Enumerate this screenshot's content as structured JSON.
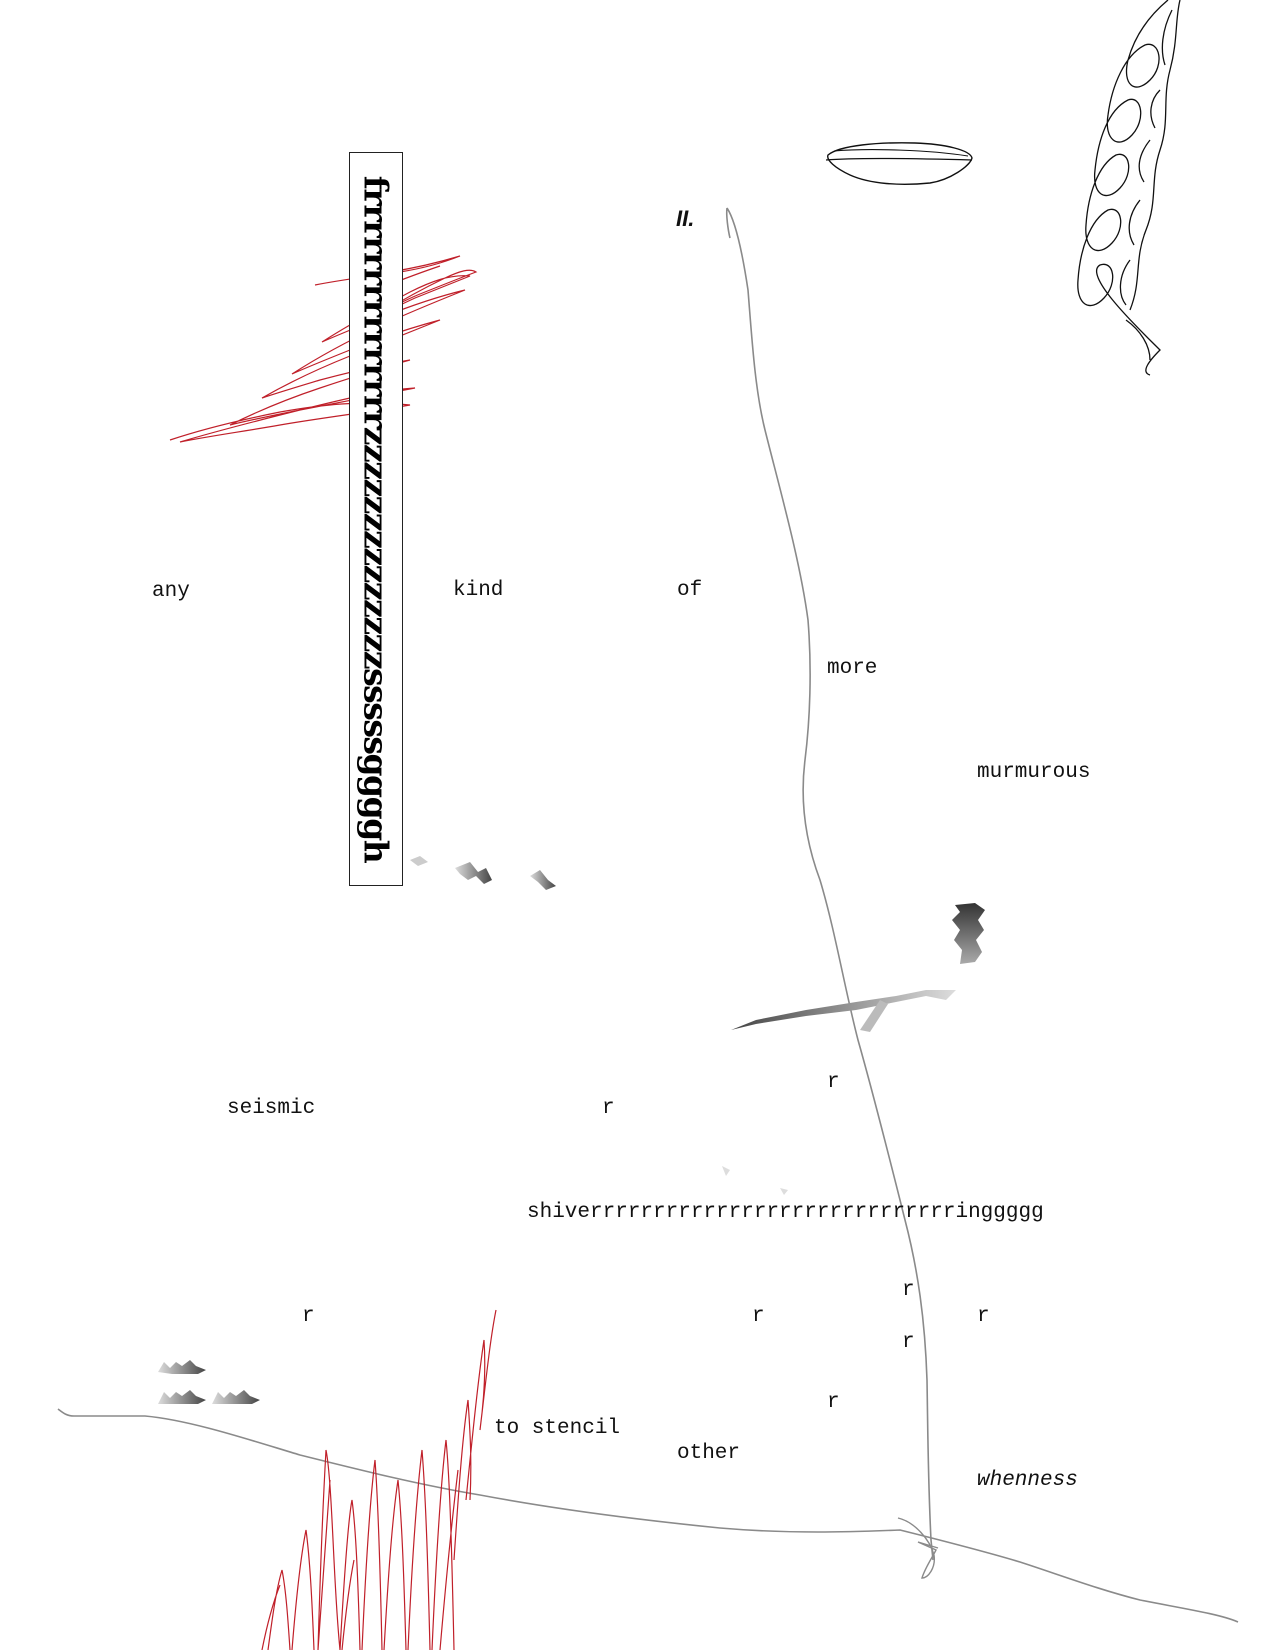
{
  "section_marker": "II.",
  "vertical_box_text": "frrrrrrrrrrrrrrrzzzzzzzzzzzzzzsssssggggh",
  "words": {
    "any": "any",
    "kind": "kind",
    "of": "of",
    "more": "more",
    "murmurous": "murmurous",
    "seismic": "seismic",
    "r1": "r",
    "r2": "r",
    "shivering": "shiverrrrrrrrrrrrrrrrrrrrrrrrrrrrringgggg",
    "r3": "r",
    "r4": "r",
    "r5": "r",
    "r6": "r",
    "r7": "r",
    "r8": "r",
    "to_stencil": "to stencil",
    "other": "other",
    "whenness": "whenness"
  },
  "colors": {
    "text": "#111111",
    "red_scribble": "#c0202a",
    "grey_line": "#8a8a8a",
    "black_scribble": "#111111"
  },
  "decorations": {
    "red_scribbles": "red-scribble-icon",
    "cursive_scribble": "cursive-scribble-icon",
    "oval_sketch": "oval-sketch-icon",
    "grey_lines": "grey-line-icon",
    "torn_fragments": "torn-fragment-icon"
  }
}
